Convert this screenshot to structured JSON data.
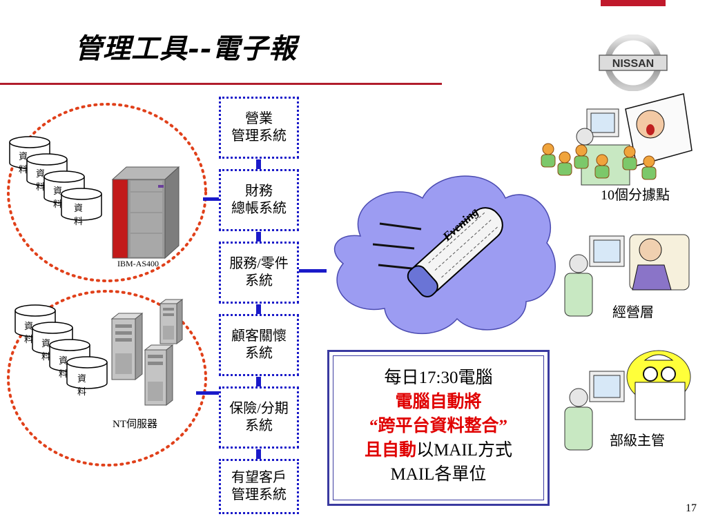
{
  "title": "管理工具--電子報",
  "colors": {
    "accent_red": "#c0192b",
    "dotted_blue": "#1a1ac9",
    "cloud": "#9c9cf2",
    "dotted_red": "#e0401a"
  },
  "systems": [
    {
      "label": "營業\n管理系統"
    },
    {
      "label": "財務\n總帳系統"
    },
    {
      "label": "服務/零件\n系統"
    },
    {
      "label": "顧客關懷\n系統"
    },
    {
      "label": "保險/分期\n系統"
    },
    {
      "label": "有望客戶\n管理系統"
    }
  ],
  "left_top": {
    "db_labels": [
      "資料",
      "資料",
      "資料",
      "資料"
    ],
    "server_label": "IBM-AS400"
  },
  "left_bottom": {
    "db_labels": [
      "資料",
      "資料",
      "資料",
      "資料"
    ],
    "server_label": "NT伺服器"
  },
  "newspaper": {
    "masthead": "Evening"
  },
  "mail_box": {
    "line1": "每日17:30電腦",
    "line2": "電腦自動將",
    "line3": "“跨平台資料整合”",
    "line4_red": "且自動",
    "line4_black": "以MAIL方式",
    "line5": "MAIL各單位"
  },
  "recipients": [
    {
      "label": "10個分據點"
    },
    {
      "label": "經營層"
    },
    {
      "label": "部級主管"
    }
  ],
  "logo": {
    "text": "NISSAN"
  },
  "page_number": "17"
}
